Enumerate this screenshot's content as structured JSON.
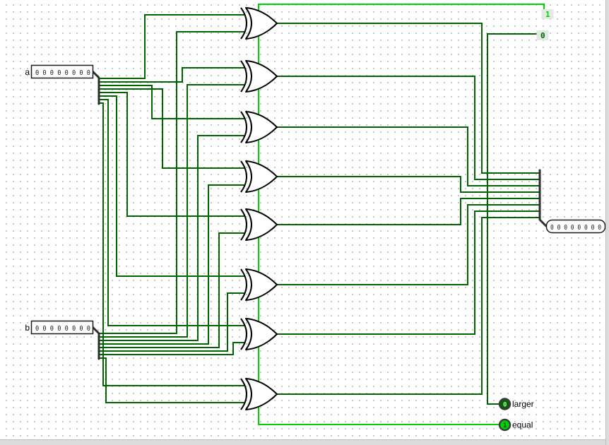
{
  "colors": {
    "wire_low": "#006400",
    "wire_high": "#00d200",
    "component_stroke": "#000000",
    "grid_dot": "#c4c4c4"
  },
  "pins": {
    "a": {
      "label": "a",
      "bits": "0 0 0 0 0 0 0 0"
    },
    "b": {
      "label": "b",
      "bits": "0 0 0 0 0 0 0 0"
    },
    "result": {
      "bits": "0 0 0 0 0 0 0 0"
    }
  },
  "constants": {
    "one": "1",
    "zero": "0"
  },
  "outputs": {
    "larger": {
      "label": "larger",
      "value": "0"
    },
    "equal": {
      "label": "equal",
      "value": "1"
    }
  },
  "gates": {
    "type": "XOR",
    "count": 8
  }
}
